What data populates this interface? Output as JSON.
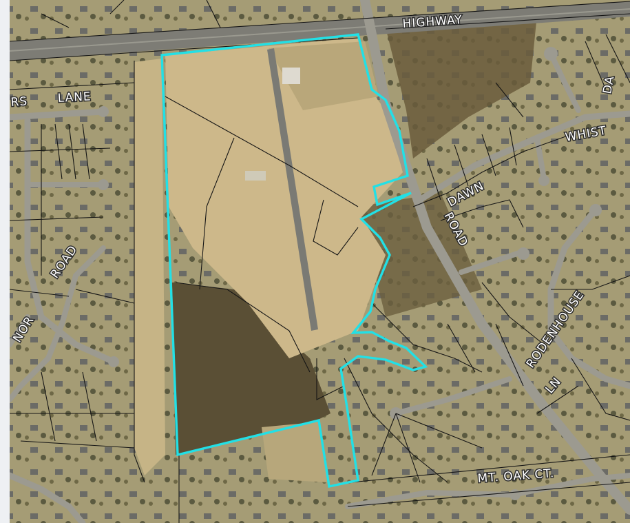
{
  "map": {
    "labels": {
      "highway": "HIGHWAY",
      "lane": "LANE",
      "rs": "RS",
      "road_left": "ROAD",
      "nor": "NOR",
      "dawn": "DAWN",
      "road_mid": "ROAD",
      "whist": "WHIST",
      "rodenhouse": "RODENHOUSE",
      "ln": "LN",
      "mt_oak_ct": "MT. OAK CT.",
      "da": "DA"
    },
    "colors": {
      "imagery_base": "#a39873",
      "field": "#cdb88a",
      "forest": "#5e5337",
      "road": "#7b7b74",
      "parcel_lines": "#151515",
      "highlight_boundary": "#22e0e6"
    }
  }
}
